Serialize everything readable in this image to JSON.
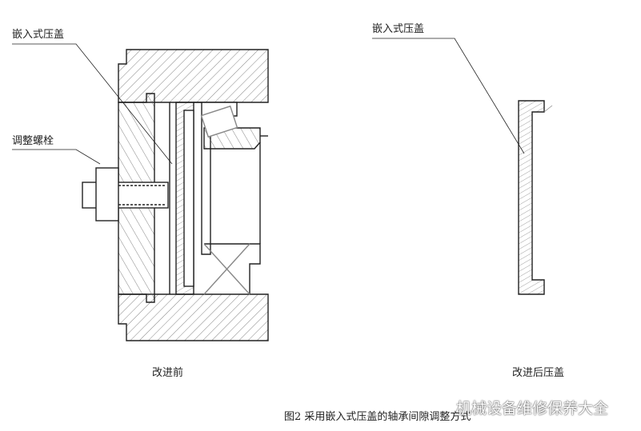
{
  "labels": {
    "left_cover": "嵌入式压盖",
    "adjust_bolt": "调整螺栓",
    "right_cover": "嵌入式压盖",
    "before": "改进前",
    "after": "改进后压盖",
    "caption": "图2 采用嵌入式压盖的轴承间隙调整方式"
  },
  "watermark": "机械设备维修保养大全",
  "colors": {
    "line": "#222222",
    "hatch": "#555555"
  }
}
